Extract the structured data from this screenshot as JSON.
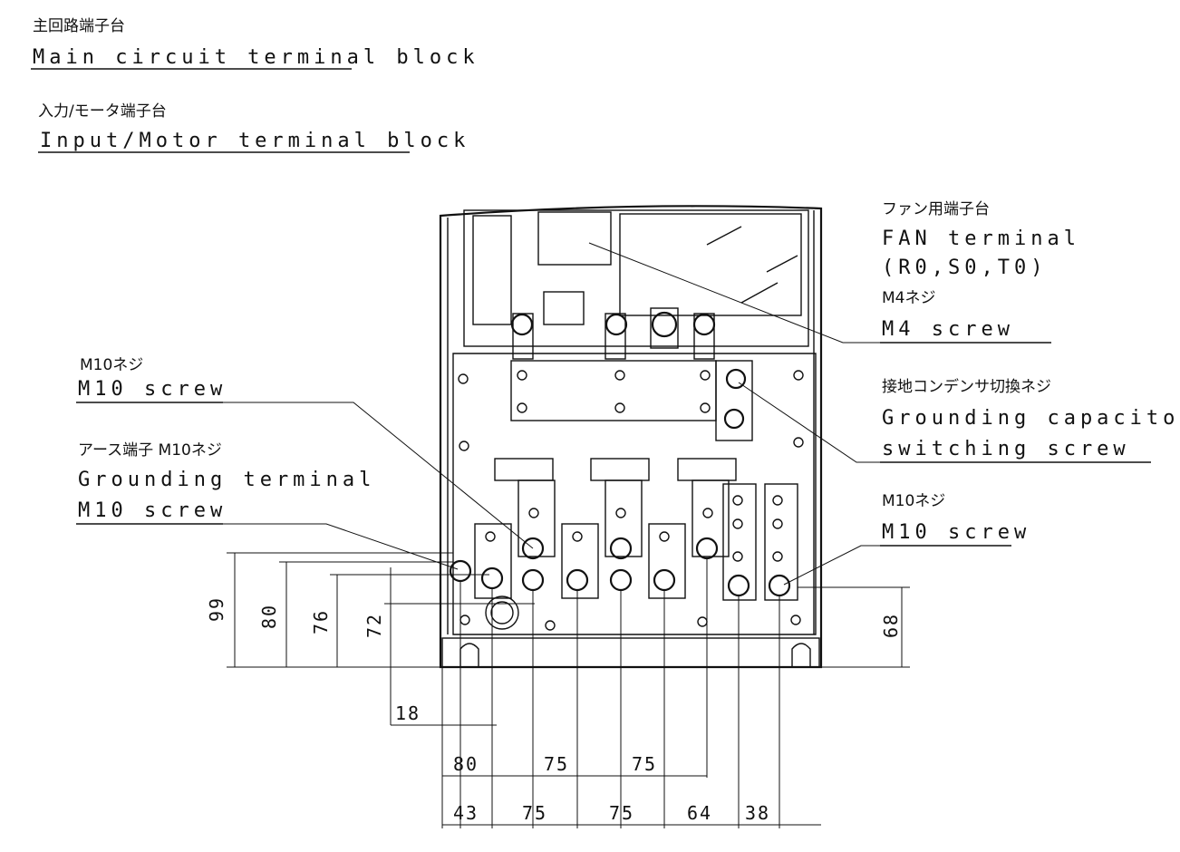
{
  "header": {
    "main_jp": "主回路端子台",
    "main_en": "Main circuit terminal block",
    "input_jp": "入力/モータ端子台",
    "input_en": "Input/Motor terminal block"
  },
  "callouts": {
    "fan": {
      "jp": "ファン用端子台",
      "en1": "FAN terminal",
      "en2": "(R0,S0,T0)",
      "screw_jp": "M4ネジ",
      "screw_en": "M4 screw"
    },
    "m10_left": {
      "jp": "M10ネジ",
      "en": "M10 screw"
    },
    "grounding_terminal": {
      "jp": "アース端子 M10ネジ",
      "en1": "Grounding terminal",
      "en2": "M10 screw"
    },
    "capacitor": {
      "jp": "接地コンデンサ切換ネジ",
      "en1": "Grounding capacitor",
      "en2": "switching screw"
    },
    "m10_right": {
      "jp": "M10ネジ",
      "en": "M10 screw"
    }
  },
  "dimensions": {
    "vertical": [
      "99",
      "80",
      "76",
      "72",
      "68"
    ],
    "offset": "18",
    "row1": [
      "80",
      "75",
      "75"
    ],
    "row2": [
      "43",
      "75",
      "75",
      "64",
      "38"
    ]
  }
}
